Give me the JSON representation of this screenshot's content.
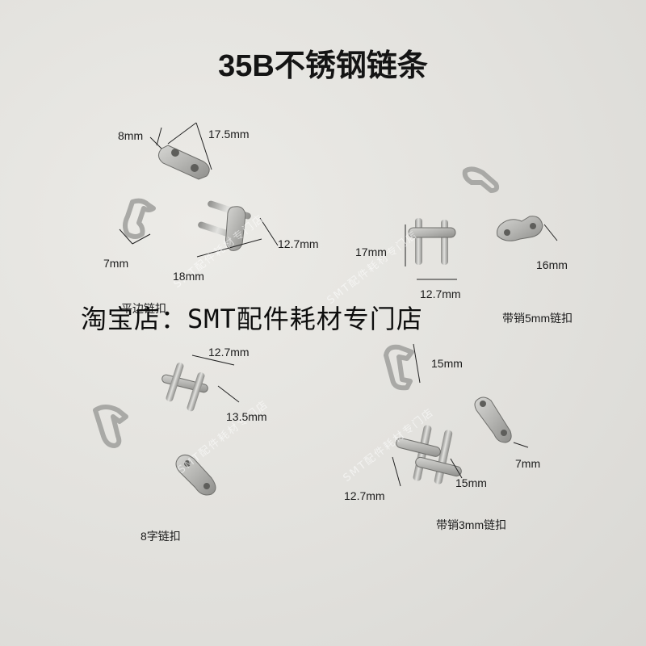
{
  "title": "35B不锈钢链条",
  "shop_banner": "淘宝店：SMT配件耗材专门店",
  "watermark": "SMT配件耗材专门店",
  "parts": {
    "plate_top": {
      "width_label": "8mm",
      "length_label": "17.5mm"
    },
    "pin_link_top": {
      "width_label": "18mm",
      "height_label": "12.7mm"
    },
    "spring_clip_top": {
      "width_label": "7mm"
    },
    "caption_flat_clip": "平边链扣",
    "pin_link_middle": {
      "height_label": "17mm",
      "width_label": "12.7mm"
    },
    "plate_right": {
      "length_label": "16mm"
    },
    "caption_pin5": "带销5mm链扣",
    "pin_link_lower_left": {
      "width_label": "12.7mm",
      "height_label": "13.5mm"
    },
    "caption_eight": "8字链扣",
    "spring_clip_right": {
      "height_label": "15mm"
    },
    "plate_lower_right": {
      "width_label": "7mm"
    },
    "pin_link_lower_right": {
      "width_label": "12.7mm",
      "height_label": "15mm"
    },
    "caption_pin3": "带销3mm链扣"
  },
  "colors": {
    "metal": "#b9b9b6",
    "metal_dark": "#7d7d7a",
    "background": "#e3e2de",
    "text": "#1c1c1c"
  }
}
